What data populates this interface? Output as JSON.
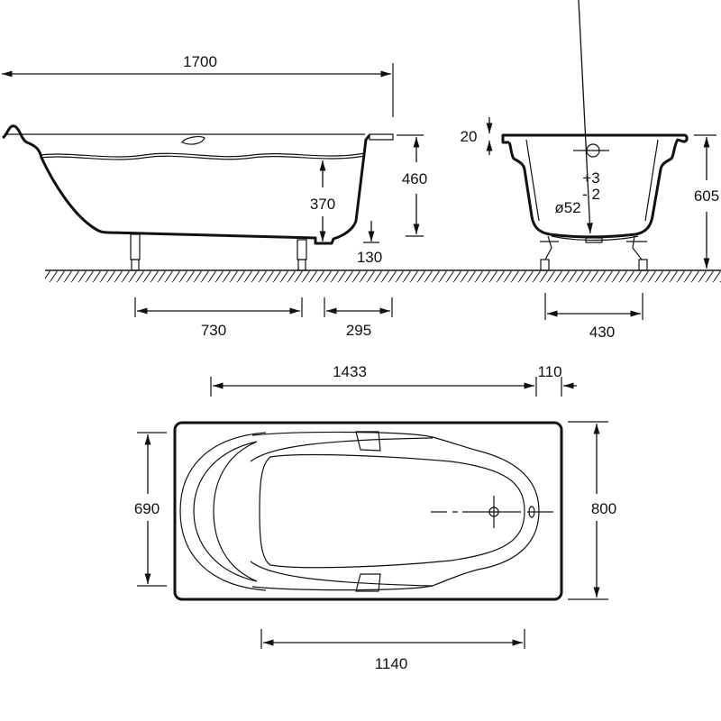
{
  "side_view": {
    "length_label": "1700",
    "height_label": "460",
    "depth_label": "370",
    "drain_height_label": "130",
    "leg_spacing_label": "730",
    "end_offset_label": "295"
  },
  "end_view": {
    "rim_label": "20",
    "height_label": "605",
    "tolerance_plus": "+3",
    "tolerance_minus": "- 2",
    "drain_diameter_label": "ø52",
    "leg_spacing_label": "430"
  },
  "plan_view": {
    "inner_length_label": "1433",
    "drain_offset_label": "110",
    "inner_width_label": "690",
    "width_label": "800",
    "bottom_length_label": "1140"
  }
}
